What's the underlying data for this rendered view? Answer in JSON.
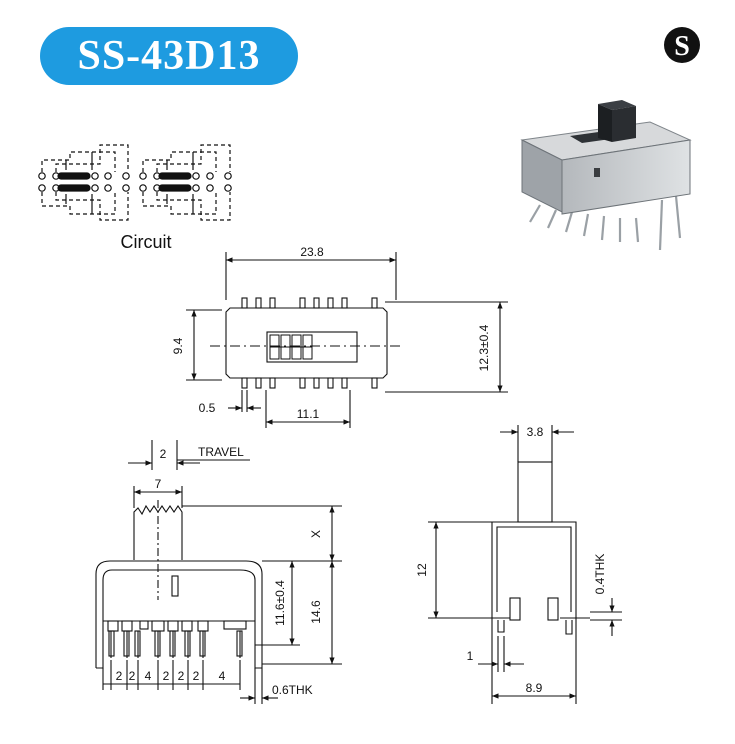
{
  "title": "SS-43D13",
  "logo_letter": "S",
  "circuit_label": "Circuit",
  "top_view": {
    "width": "23.8",
    "height": "9.4",
    "pin_span": "12.3±0.4",
    "pin_pitch_small": "0.5",
    "pin_row": "11.1"
  },
  "front_view": {
    "travel": "2",
    "travel_label": "TRAVEL",
    "actuator_width": "7",
    "actuator_height": "X",
    "body_height": "14.6",
    "pin_height": "11.6±0.4",
    "pitch_labels": [
      "2",
      "2",
      "4",
      "2",
      "2",
      "2",
      "4"
    ],
    "thickness": "0.6THK"
  },
  "side_view": {
    "actuator_width": "3.8",
    "height": "12",
    "thickness": "0.4THK",
    "offset": "1",
    "width": "8.9"
  },
  "colors": {
    "badge": "#1e9be0",
    "line": "#111111"
  }
}
